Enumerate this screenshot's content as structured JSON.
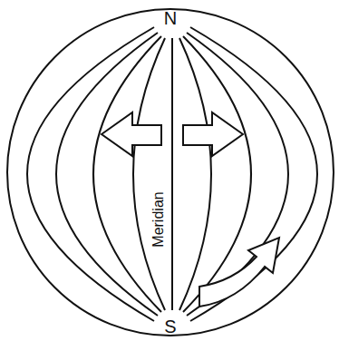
{
  "diagram": {
    "labels": [
      "N",
      "S",
      "Meridian"
    ]
  }
}
